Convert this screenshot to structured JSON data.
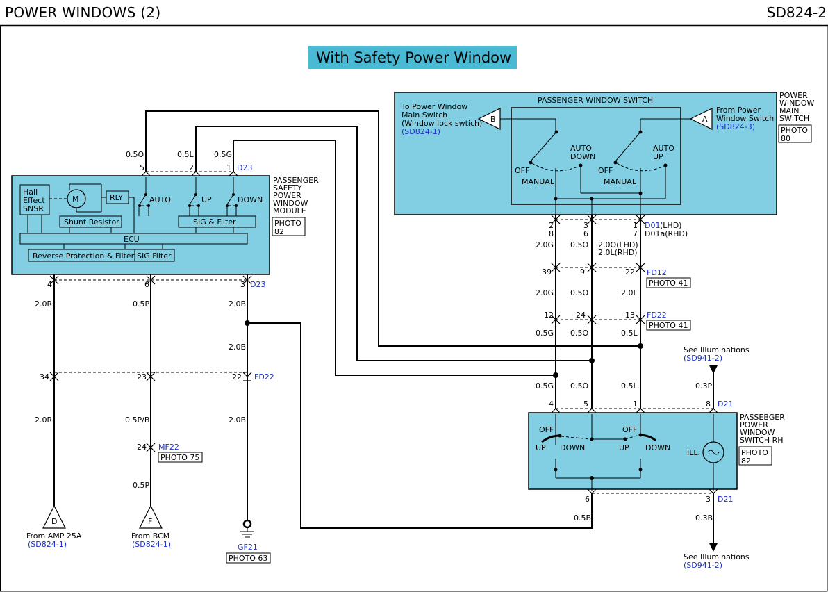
{
  "header": {
    "title": "POWER WINDOWS (2)",
    "code": "SD824-2"
  },
  "banner": "With Safety Power Window",
  "module": {
    "name": [
      "PASSENGER",
      "SAFETY",
      "POWER",
      "WINDOW",
      "MODULE"
    ],
    "photo": [
      "PHOTO",
      "82"
    ],
    "hall": [
      "Hall",
      "Effect",
      "SNSR"
    ],
    "motor": "M",
    "rly": "RLY",
    "shunt": "Shunt Resistor",
    "sig": "SIG & Filter",
    "ecu": "ECU",
    "reverse": "Reverse Protection & Filter",
    "sig2": "SIG Filter",
    "auto": "AUTO",
    "up": "UP",
    "down": "DOWN",
    "top_pins": [
      "5",
      "2",
      "1"
    ],
    "top_conn": "D23",
    "top_wires": [
      "0.5O",
      "0.5L",
      "0.5G"
    ],
    "bot_pins": [
      "4",
      "6",
      "3"
    ],
    "bot_conn": "D23"
  },
  "pw_switch": {
    "title": "PASSENGER WINDOW SWITCH",
    "side_label": [
      "POWER",
      "WINDOW",
      "MAIN",
      "SWITCH"
    ],
    "photo": [
      "PHOTO",
      "80"
    ],
    "to_main": [
      "To Power Window",
      "Main Switch",
      "(Window lock swtich)"
    ],
    "to_main_ref": "(SD824-1)",
    "b": "B",
    "a": "A",
    "from_main": [
      "From Power",
      "Window Switch"
    ],
    "from_main_ref": "(SD824-3)",
    "off1": "OFF",
    "manual1": "MANUAL",
    "auto_down": [
      "AUTO",
      "DOWN"
    ],
    "off2": "OFF",
    "manual2": "MANUAL",
    "auto_up": [
      "AUTO",
      "UP"
    ]
  },
  "right_chain": {
    "pins_a": [
      "2",
      "3",
      "1"
    ],
    "pins_b": [
      "8",
      "6",
      "7"
    ],
    "conn_d01": "D01",
    "lhd": "(LHD)",
    "conn_d01a": "D01a(RHD)",
    "w1": [
      "2.0G",
      "0.5O"
    ],
    "w1_lhd": "2.0O(LHD)",
    "w1_rhd": "2.0L(RHD)",
    "fd12_pins": [
      "39",
      "9",
      "22"
    ],
    "fd12": "FD12",
    "fd12_photo": "PHOTO 41",
    "w2": [
      "2.0G",
      "0.5O",
      "2.0L"
    ],
    "fd22_pins": [
      "12",
      "24",
      "13"
    ],
    "fd22": "FD22",
    "fd22_photo": "PHOTO 41",
    "w3": [
      "0.5G",
      "0.5O",
      "0.5L"
    ],
    "w4": [
      "0.5G",
      "0.5O",
      "0.5L"
    ],
    "illum_ref1": "See Illuminations",
    "illum_sd1": "(SD941-2)",
    "w_03p": "0.3P"
  },
  "rh_switch": {
    "name": [
      "PASSEBGER",
      "POWER",
      "WINDOW",
      "SWITCH RH"
    ],
    "photo": [
      "PHOTO",
      "82"
    ],
    "top_pins": [
      "4",
      "5",
      "1",
      "8"
    ],
    "top_conn": "D21",
    "off1": "OFF",
    "off2": "OFF",
    "up1": "UP",
    "down1": "DOWN",
    "up2": "UP",
    "down2": "DOWN",
    "ill": "ILL.",
    "bot_pins": [
      "6",
      "3"
    ],
    "bot_conn": "D21",
    "w_05b": "0.5B",
    "w_03b": "0.3B",
    "illum_ref2": "See Illuminations",
    "illum_sd2": "(SD941-2)"
  },
  "left_chain": {
    "w1": [
      "2.0R",
      "0.5P",
      "2.0B"
    ],
    "w_20b": "2.0B",
    "fd22_pins": [
      "34",
      "23",
      "22"
    ],
    "fd22": "FD22",
    "w2": [
      "2.0R",
      "0.5P/B",
      "2.0B"
    ],
    "mf22_pin": "24",
    "mf22": "MF22",
    "mf22_photo": "PHOTO 75",
    "w_05p": "0.5P",
    "d": "D",
    "f": "F",
    "from_amp": "From AMP 25A",
    "from_amp_ref": "(SD824-1)",
    "from_bcm": "From BCM",
    "from_bcm_ref": "(SD824-1)",
    "gf21": "GF21",
    "gf21_photo": "PHOTO 63"
  }
}
